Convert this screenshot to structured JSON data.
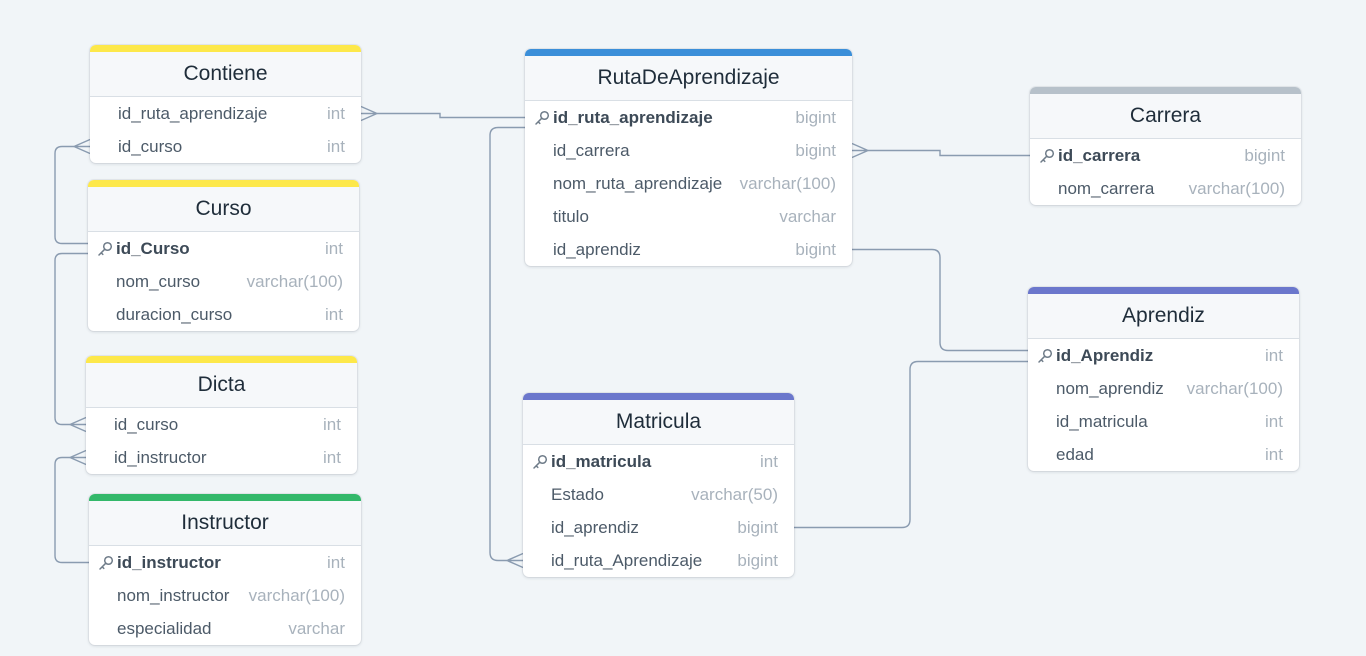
{
  "colors": {
    "background": "#f1f5f8",
    "yellow": "#fde84a",
    "blue": "#3b8fd9",
    "gray": "#b7c1ca",
    "indigo": "#6b77cc",
    "green": "#33b86a",
    "connector": "#8a9bb0"
  },
  "tables": [
    {
      "key": "contiene",
      "name": "Contiene",
      "color": "yellow",
      "fields": [
        {
          "name": "id_ruta_aprendizaje",
          "type": "int",
          "pk": false
        },
        {
          "name": "id_curso",
          "type": "int",
          "pk": false
        }
      ]
    },
    {
      "key": "curso",
      "name": "Curso",
      "color": "yellow",
      "fields": [
        {
          "name": "id_Curso",
          "type": "int",
          "pk": true
        },
        {
          "name": "nom_curso",
          "type": "varchar(100)",
          "pk": false
        },
        {
          "name": "duracion_curso",
          "type": "int",
          "pk": false
        }
      ]
    },
    {
      "key": "dicta",
      "name": "Dicta",
      "color": "yellow",
      "fields": [
        {
          "name": "id_curso",
          "type": "int",
          "pk": false
        },
        {
          "name": "id_instructor",
          "type": "int",
          "pk": false
        }
      ]
    },
    {
      "key": "instructor",
      "name": "Instructor",
      "color": "green",
      "fields": [
        {
          "name": "id_instructor",
          "type": "int",
          "pk": true
        },
        {
          "name": "nom_instructor",
          "type": "varchar(100)",
          "pk": false
        },
        {
          "name": "especialidad",
          "type": "varchar",
          "pk": false
        }
      ]
    },
    {
      "key": "rutadeaprendizaje",
      "name": "RutaDeAprendizaje",
      "color": "blue",
      "fields": [
        {
          "name": "id_ruta_aprendizaje",
          "type": "bigint",
          "pk": true
        },
        {
          "name": "id_carrera",
          "type": "bigint",
          "pk": false
        },
        {
          "name": "nom_ruta_aprendizaje",
          "type": "varchar(100)",
          "pk": false
        },
        {
          "name": "titulo",
          "type": "varchar",
          "pk": false
        },
        {
          "name": "id_aprendiz",
          "type": "bigint",
          "pk": false
        }
      ]
    },
    {
      "key": "matricula",
      "name": "Matricula",
      "color": "indigo",
      "fields": [
        {
          "name": "id_matricula",
          "type": "int",
          "pk": true
        },
        {
          "name": "Estado",
          "type": "varchar(50)",
          "pk": false
        },
        {
          "name": "id_aprendiz",
          "type": "bigint",
          "pk": false
        },
        {
          "name": "id_ruta_Aprendizaje",
          "type": "bigint",
          "pk": false
        }
      ]
    },
    {
      "key": "carrera",
      "name": "Carrera",
      "color": "gray",
      "fields": [
        {
          "name": "id_carrera",
          "type": "bigint",
          "pk": true
        },
        {
          "name": "nom_carrera",
          "type": "varchar(100)",
          "pk": false
        }
      ]
    },
    {
      "key": "aprendiz",
      "name": "Aprendiz",
      "color": "indigo",
      "fields": [
        {
          "name": "id_Aprendiz",
          "type": "int",
          "pk": true
        },
        {
          "name": "nom_aprendiz",
          "type": "varchar(100)",
          "pk": false
        },
        {
          "name": "id_matricula",
          "type": "int",
          "pk": false
        },
        {
          "name": "edad",
          "type": "int",
          "pk": false
        }
      ]
    }
  ],
  "relations": [
    {
      "from": "contiene.id_ruta_aprendizaje",
      "to": "rutadeaprendizaje.id_ruta_aprendizaje",
      "cardinality": "many-to-one"
    },
    {
      "from": "contiene.id_curso",
      "to": "curso.id_Curso",
      "cardinality": "many-to-one"
    },
    {
      "from": "dicta.id_curso",
      "to": "curso.id_Curso",
      "cardinality": "many-to-one"
    },
    {
      "from": "dicta.id_instructor",
      "to": "instructor.id_instructor",
      "cardinality": "many-to-one"
    },
    {
      "from": "rutadeaprendizaje.id_carrera",
      "to": "carrera.id_carrera",
      "cardinality": "many-to-one"
    },
    {
      "from": "rutadeaprendizaje.id_aprendiz",
      "to": "aprendiz.id_Aprendiz",
      "cardinality": "one-to-one"
    },
    {
      "from": "matricula.id_aprendiz",
      "to": "aprendiz.id_Aprendiz",
      "cardinality": "one-to-one"
    },
    {
      "from": "matricula.id_ruta_Aprendizaje",
      "to": "rutadeaprendizaje.id_ruta_aprendizaje",
      "cardinality": "many-to-one"
    }
  ]
}
